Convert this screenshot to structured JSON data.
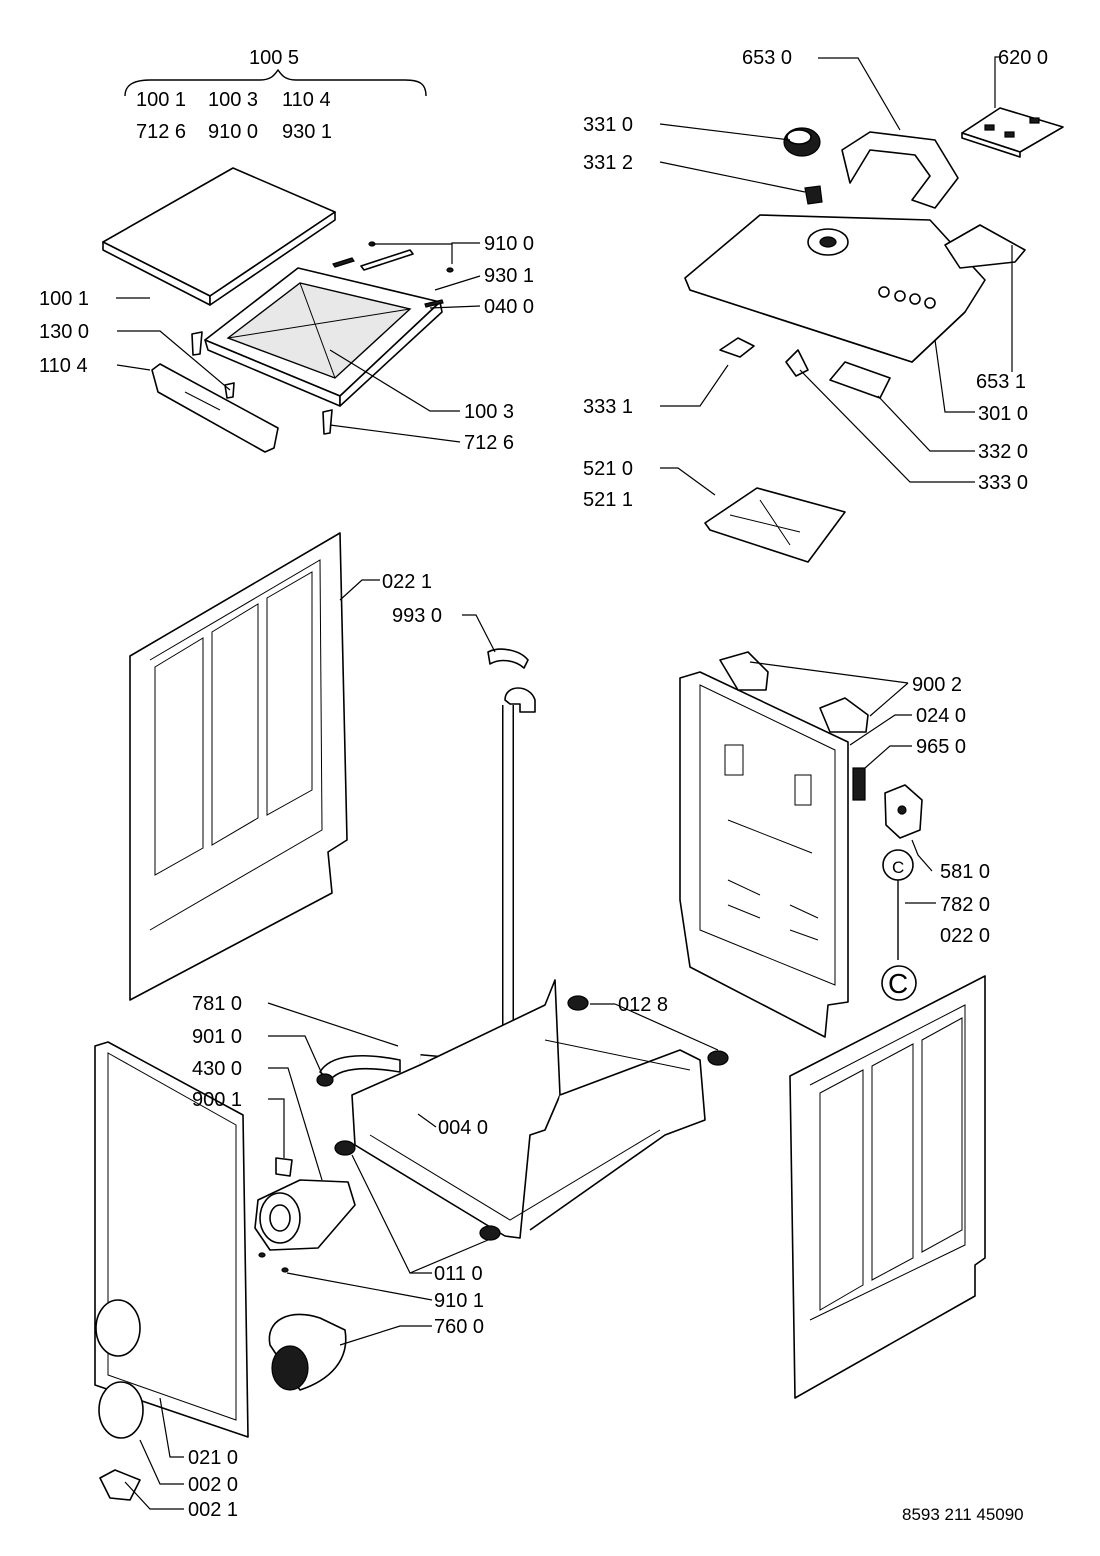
{
  "document_number": "8593 211 45090",
  "group_header": {
    "label": "100 5",
    "row1": [
      "100 1",
      "100 3",
      "110 4"
    ],
    "row2": [
      "712 6",
      "910 0",
      "930 1"
    ]
  },
  "callouts": {
    "c9100": "910 0",
    "c9301": "930 1",
    "c0400": "040 0",
    "c1001": "100 1",
    "c1300": "130 0",
    "c1104": "110 4",
    "c1003": "100 3",
    "c7126": "712 6",
    "c6530": "653 0",
    "c6200": "620 0",
    "c3310": "331 0",
    "c3312": "331 2",
    "c6531": "653 1",
    "c3010": "301 0",
    "c3331": "333 1",
    "c3320": "332 0",
    "c3330": "333 0",
    "c5210": "521 0",
    "c5211": "521 1",
    "c0221": "022 1",
    "c9930": "993 0",
    "c9002": "900 2",
    "c0240": "024 0",
    "c9650": "965 0",
    "c5810": "581 0",
    "c7820": "782 0",
    "c0220": "022 0",
    "c7810": "781 0",
    "c9010": "901 0",
    "c4300": "430 0",
    "c9001": "900 1",
    "c0128": "012 8",
    "c0040": "004 0",
    "c0110": "011 0",
    "c9101": "910 1",
    "c7600": "760 0",
    "c0210": "021 0",
    "c0020": "002 0",
    "c0021": "002 1"
  },
  "connector_letter": "C"
}
